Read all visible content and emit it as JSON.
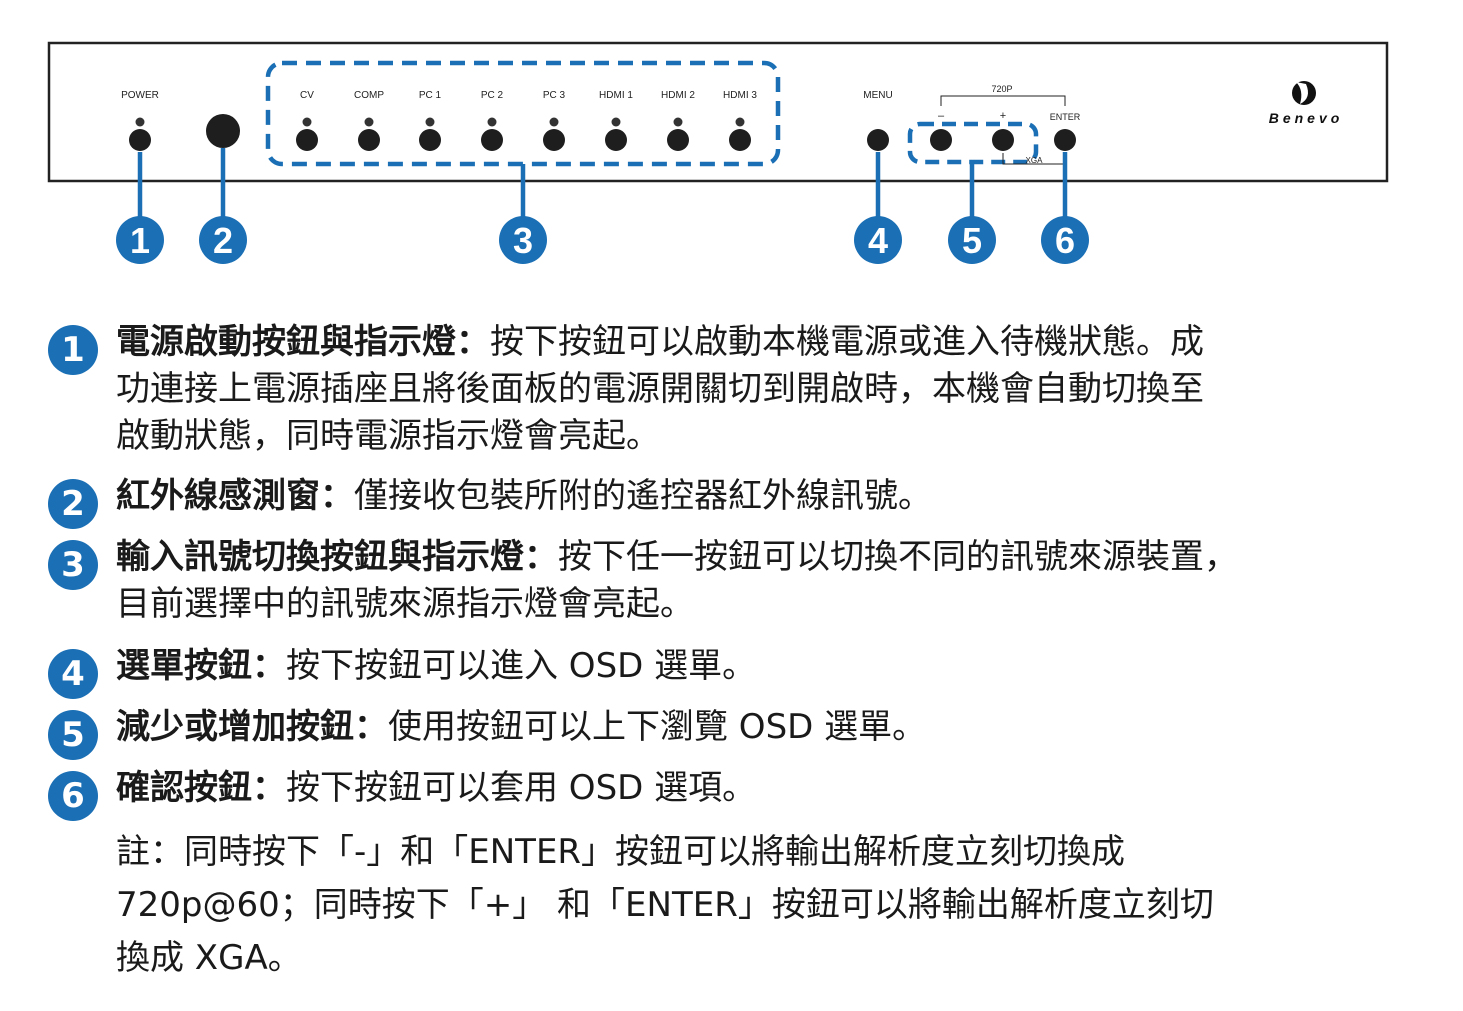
{
  "panel": {
    "power_label": "POWER",
    "input_labels": [
      "CV",
      "COMP",
      "PC 1",
      "PC 2",
      "PC 3",
      "HDMI 1",
      "HDMI 2",
      "HDMI 3"
    ],
    "menu_label": "MENU",
    "res_720_label": "720P",
    "minus_label": "–",
    "plus_label": "+",
    "enter_label": "ENTER",
    "xga_label": "XGA",
    "brand": "Benevo",
    "callouts": [
      "1",
      "2",
      "3",
      "4",
      "5",
      "6"
    ],
    "accent_color": "#1a6fb5"
  },
  "descriptions": [
    {
      "number": "1",
      "term": "電源啟動按鈕與指示燈：",
      "text": "按下按鈕可以啟動本機電源或進入待機狀態。成\n功連接上電源插座且將後面板的電源開關切到開啟時，本機會自動切換至\n啟動狀態，同時電源指示燈會亮起。"
    },
    {
      "number": "2",
      "term": "紅外線感測窗：",
      "text": "僅接收包裝所附的遙控器紅外線訊號。"
    },
    {
      "number": "3",
      "term": "輸入訊號切換按鈕與指示燈：",
      "text": "按下任一按鈕可以切換不同的訊號來源裝置，\n目前選擇中的訊號來源指示燈會亮起。"
    },
    {
      "number": "4",
      "term": "選單按鈕：",
      "text": "按下按鈕可以進入 OSD 選單。"
    },
    {
      "number": "5",
      "term": "減少或增加按鈕：",
      "text": "使用按鈕可以上下瀏覽 OSD 選單。"
    },
    {
      "number": "6",
      "term": "確認按鈕：",
      "text": "按下按鈕可以套用 OSD 選項。"
    }
  ],
  "note": "註：同時按下「-」和「ENTER」按鈕可以將輸出解析度立刻切換成\n720p@60；同時按下「+」 和「ENTER」按鈕可以將輸出解析度立刻切\n換成 XGA。"
}
